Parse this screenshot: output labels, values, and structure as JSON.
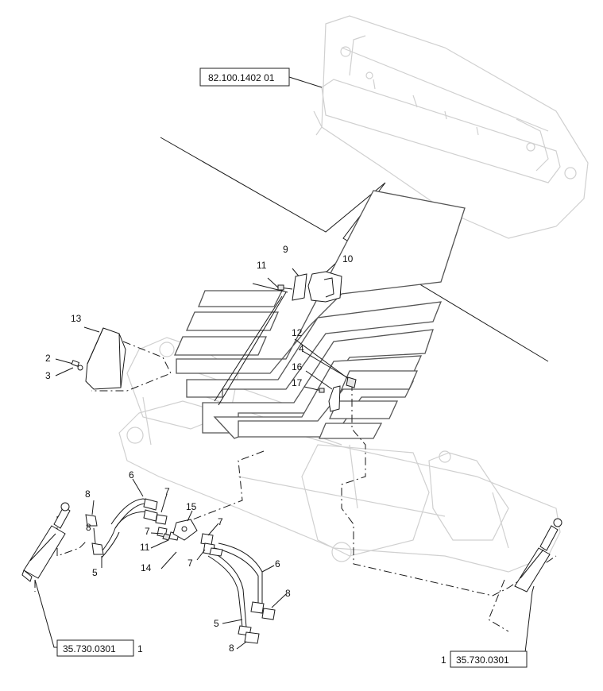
{
  "references": [
    {
      "id": "ref-top",
      "code": "82.100.1402 01",
      "suffix": ""
    },
    {
      "id": "ref-left",
      "code": "35.730.0301",
      "suffix": "1"
    },
    {
      "id": "ref-right",
      "code": "35.730.0301",
      "prefix": "1"
    }
  ],
  "callouts": [
    {
      "name": "callout-9",
      "label": "9"
    },
    {
      "name": "callout-10",
      "label": "10"
    },
    {
      "name": "callout-11-top",
      "label": "11"
    },
    {
      "name": "callout-13",
      "label": "13"
    },
    {
      "name": "callout-2",
      "label": "2"
    },
    {
      "name": "callout-3",
      "label": "3"
    },
    {
      "name": "callout-12",
      "label": "12"
    },
    {
      "name": "callout-4",
      "label": "4"
    },
    {
      "name": "callout-16",
      "label": "16"
    },
    {
      "name": "callout-17",
      "label": "17"
    },
    {
      "name": "callout-6-left",
      "label": "6"
    },
    {
      "name": "callout-8-a",
      "label": "8"
    },
    {
      "name": "callout-7-a",
      "label": "7"
    },
    {
      "name": "callout-15",
      "label": "15"
    },
    {
      "name": "callout-8-b",
      "label": "8"
    },
    {
      "name": "callout-7-b",
      "label": "7"
    },
    {
      "name": "callout-7-c",
      "label": "7"
    },
    {
      "name": "callout-11-mid",
      "label": "11"
    },
    {
      "name": "callout-5-left",
      "label": "5"
    },
    {
      "name": "callout-14",
      "label": "14"
    },
    {
      "name": "callout-7-d",
      "label": "7"
    },
    {
      "name": "callout-6-right",
      "label": "6"
    },
    {
      "name": "callout-8-c",
      "label": "8"
    },
    {
      "name": "callout-5-right",
      "label": "5"
    },
    {
      "name": "callout-8-d",
      "label": "8"
    }
  ]
}
